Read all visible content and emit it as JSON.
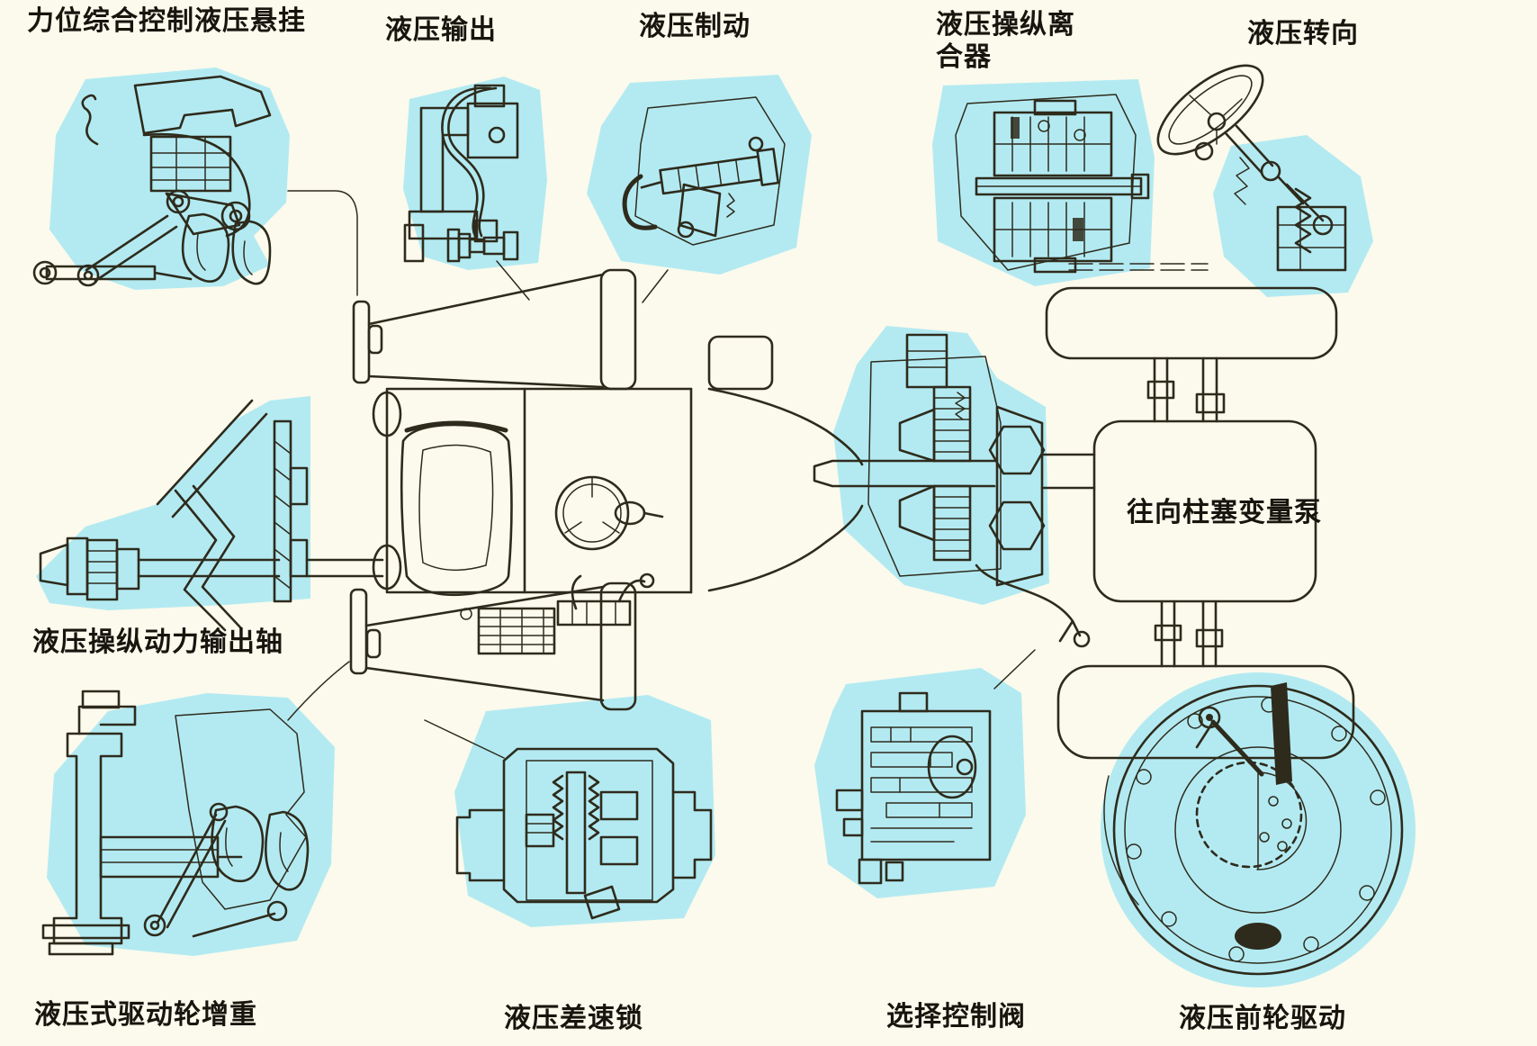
{
  "diagram": {
    "subject": "tractor-hydraulic-systems-overview",
    "background_color": "#fbfaec",
    "highlight_color": "#b3eaf2",
    "line_color": "#2e2b1c",
    "text_color": "#17150e",
    "labels": [
      {
        "id": "hitch-control",
        "text": "力位综合控制液压悬挂"
      },
      {
        "id": "hydraulic-output",
        "text": "液压输出"
      },
      {
        "id": "hydraulic-brake",
        "text": "液压制动"
      },
      {
        "id": "hydraulic-clutch",
        "text": "液压操纵离合器"
      },
      {
        "id": "hydraulic-steering",
        "text": "液压转向"
      },
      {
        "id": "axial-piston-pump",
        "text": "往向柱塞变量泵"
      },
      {
        "id": "pto-shaft",
        "text": "液压操纵动力输出轴"
      },
      {
        "id": "wheel-weighting",
        "text": "液压式驱动轮增重"
      },
      {
        "id": "diff-lock",
        "text": "液压差速锁"
      },
      {
        "id": "selective-control-valve",
        "text": "选择控制阀"
      },
      {
        "id": "front-wheel-drive",
        "text": "液压前轮驱动"
      }
    ]
  }
}
